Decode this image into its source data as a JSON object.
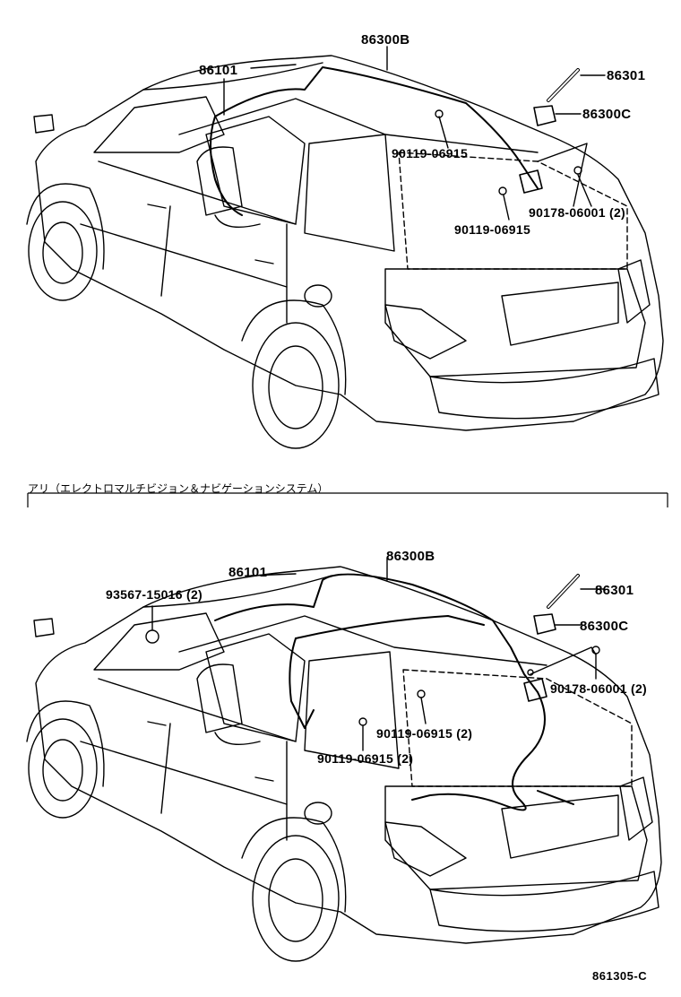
{
  "top_diagram": {
    "labels": {
      "harness": "86300B",
      "amplifier": "86101",
      "antenna_rod": "86301",
      "antenna_base": "86300C",
      "screw_a": "90119-06915",
      "screw_b": "90119-06915",
      "clip": "90178-06001 (2)"
    }
  },
  "section_title": "アリ（エレクトロマルチビジョン＆ナビゲーションシステム）",
  "bottom_diagram": {
    "labels": {
      "harness": "86300B",
      "amplifier": "86101",
      "antenna_rod": "86301",
      "antenna_base": "86300C",
      "clamp": "93567-15016 (2)",
      "clip": "90178-06001 (2)",
      "screw_a": "90119-06915 (2)",
      "screw_b": "90119-06915 (2)"
    }
  },
  "figure_code": "861305-C"
}
